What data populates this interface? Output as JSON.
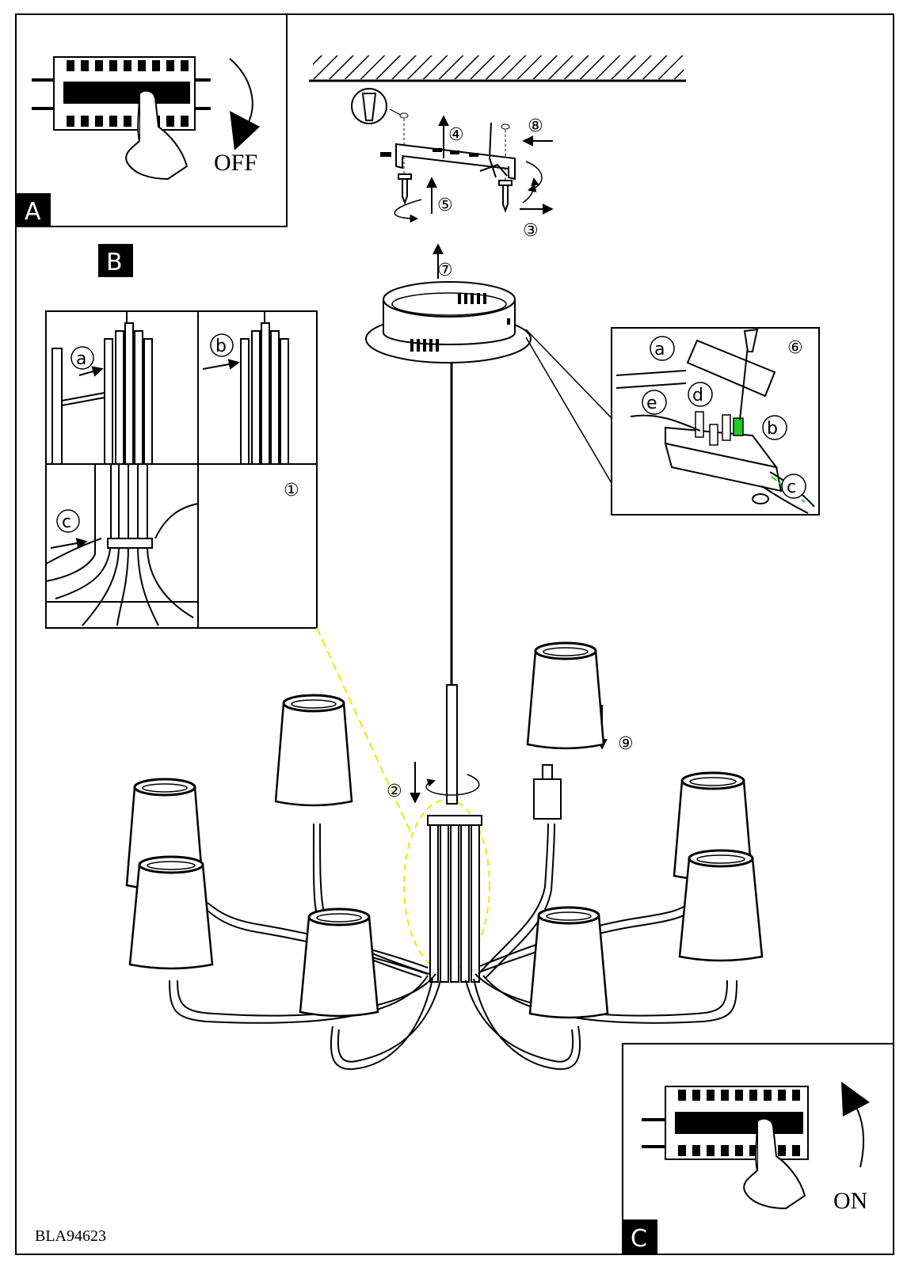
{
  "panels": {
    "A": {
      "letter": "A",
      "label": "OFF"
    },
    "B": {
      "letter": "B"
    },
    "C": {
      "letter": "C",
      "label": "ON"
    }
  },
  "detail_1": {
    "step": "①",
    "letters": [
      "a",
      "b",
      "c"
    ]
  },
  "detail_6": {
    "step": "⑥",
    "letters": [
      "a",
      "b",
      "c",
      "d",
      "e"
    ]
  },
  "steps": {
    "s2": "②",
    "s3": "③",
    "s4": "④",
    "s5": "⑤",
    "s7": "⑦",
    "s8": "⑧",
    "s9": "⑨"
  },
  "product_code": "BLA94623",
  "colors": {
    "highlight": "#f2e600",
    "wire_green": "#22cc22"
  }
}
